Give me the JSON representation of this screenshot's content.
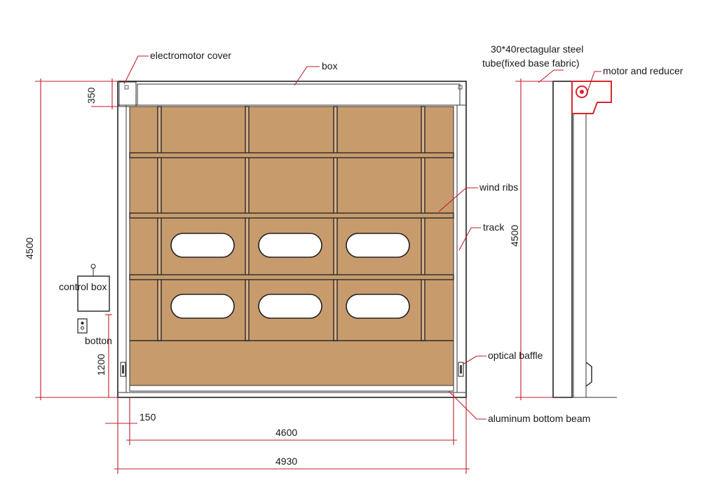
{
  "colors": {
    "fabric": "#c89b6d",
    "dimension": "#c01d2a",
    "line": "#222222",
    "motor": "#d8262f"
  },
  "labels": {
    "electromotor_cover": "electromotor cover",
    "box": "box",
    "steel_tube_line1": "30*40rectagular steel",
    "steel_tube_line2": "tube(fixed base fabric)",
    "motor_reducer": "motor and reducer",
    "wind_ribs": "wind ribs",
    "track": "track",
    "control_box": "control box",
    "button": "botton",
    "optical_baffle": "optical baffle",
    "aluminum_beam": "aluminum bottom beam"
  },
  "dimensions": {
    "box_height": "350",
    "total_height": "4500",
    "side_height": "4500",
    "button_height": "1200",
    "track_offset": "150",
    "inner_width": "4600",
    "outer_width": "4930"
  }
}
